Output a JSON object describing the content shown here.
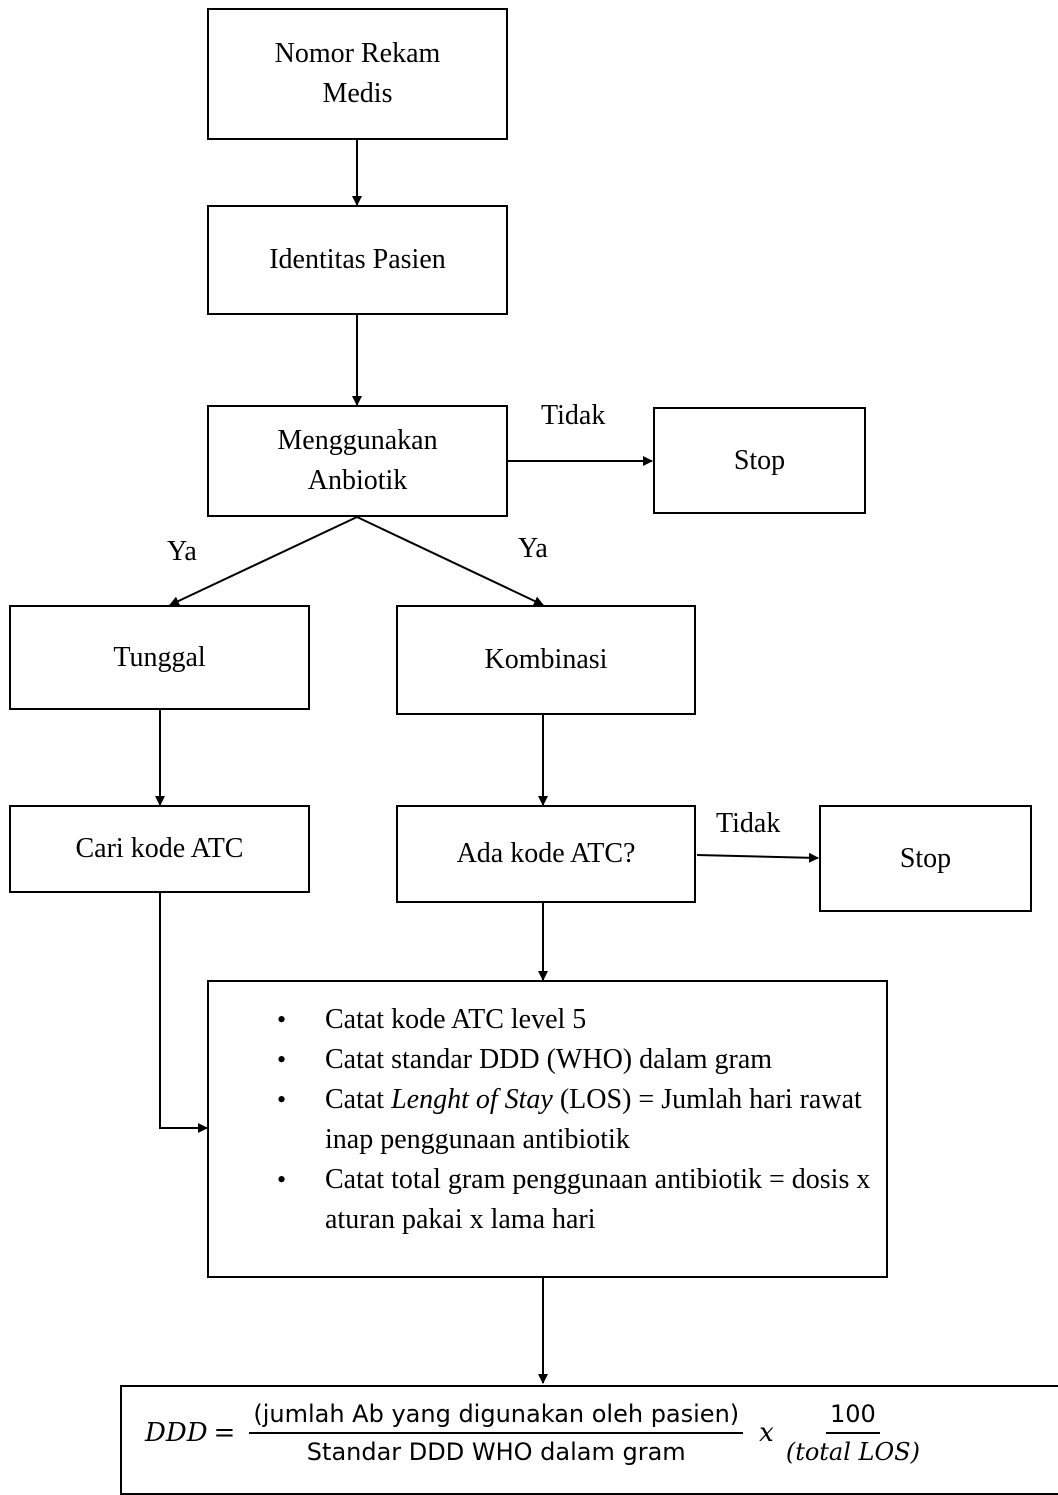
{
  "nodes": {
    "nomor": {
      "line1": "Nomor Rekam",
      "line2": "Medis"
    },
    "identitas": "Identitas Pasien",
    "menggunakan": {
      "line1": "Menggunakan",
      "line2": "Anbiotik"
    },
    "stop1": "Stop",
    "tunggal": "Tunggal",
    "kombinasi": "Kombinasi",
    "cari": "Cari kode ATC",
    "ada": "Ada kode ATC?",
    "stop2": "Stop",
    "catat": {
      "items": [
        {
          "text": "Catat kode ATC level 5"
        },
        {
          "text": "Catat standar DDD (WHO) dalam gram"
        },
        {
          "pre": "Catat ",
          "em": "Lenght of Stay",
          "post": " (LOS) = Jumlah hari rawat inap penggunaan antibiotik"
        },
        {
          "text": "Catat total gram penggunaan antibiotik = dosis x aturan pakai x lama hari"
        }
      ]
    }
  },
  "edge_labels": {
    "tidak1": "Tidak",
    "ya_left": "Ya",
    "ya_right": "Ya",
    "tidak2": "Tidak"
  },
  "formula": {
    "lhs": "DDD",
    "equals": "=",
    "numerator": "(jumlah Ab yang digunakan oleh pasien)",
    "denominator": "Standar DDD WHO dalam gram",
    "times": "x",
    "factor_num": "100",
    "factor_den": "(total LOS)"
  }
}
